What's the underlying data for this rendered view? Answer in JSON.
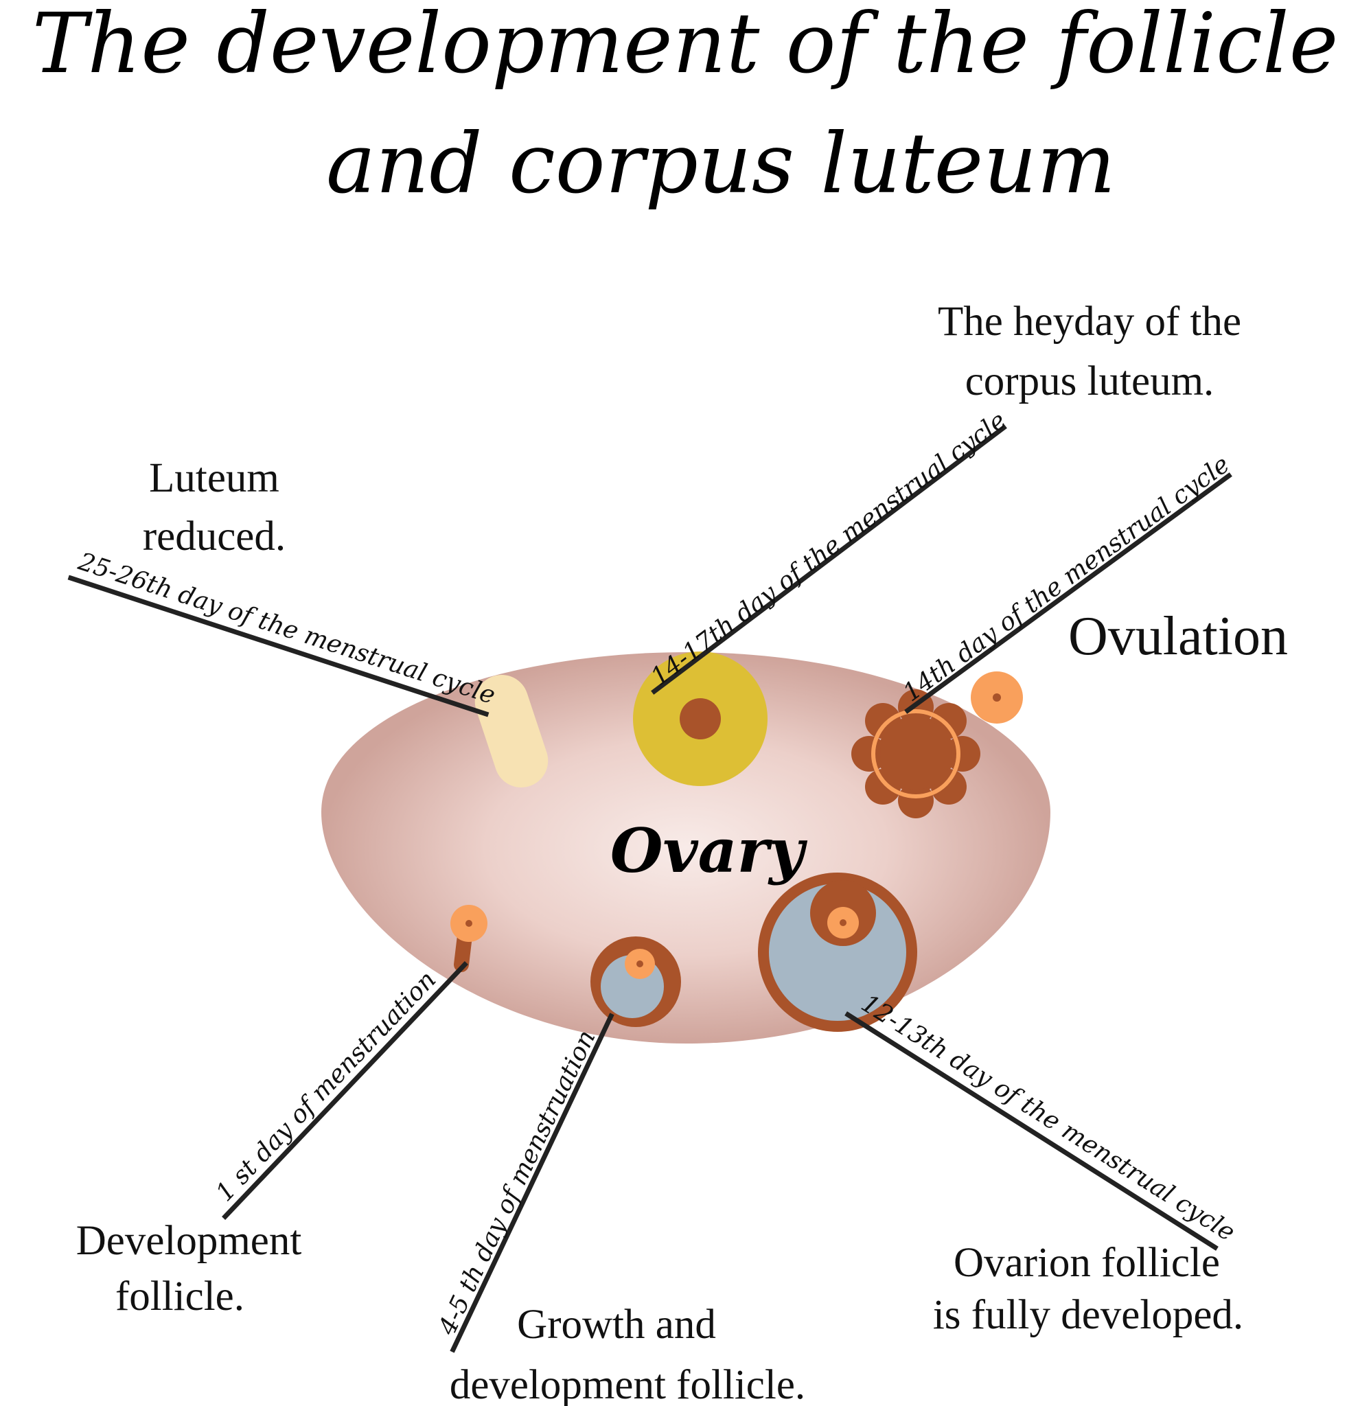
{
  "title": {
    "line1": "The development of the follicle",
    "line2": "and corpus luteum"
  },
  "ovary": {
    "label": "Ovary"
  },
  "stages": {
    "luteum_reduced": {
      "line1": "Luteum",
      "line2": "reduced.",
      "day": "25-26th day of the menstrual cycle"
    },
    "heyday": {
      "line1": "The heyday of the",
      "line2": "corpus luteum.",
      "day": "14-17th day of the menstrual cycle"
    },
    "ovulation": {
      "line1": "Ovulation",
      "day": "14th day of the menstrual cycle"
    },
    "development": {
      "line1": "Development",
      "line2": "follicle.",
      "day": "1 st day of menstruation"
    },
    "growth": {
      "line1": "Growth  and",
      "line2": "development follicle.",
      "day": "4-5 th day of menstruation"
    },
    "fully_developed": {
      "line1": "Ovarion follicle",
      "line2": "is fully developed.",
      "day": "12-13th day of the menstrual cycle"
    }
  },
  "colors": {
    "ovary_center": "#f7e6e3",
    "ovary_edge": "#cfa49b",
    "corpus_yellow": "#ddbf35",
    "follicle_brown": "#a9532a",
    "follicle_orange": "#f9a05c",
    "antrum_blue": "#a6b7c5",
    "regressed_luteum": "#f7e2b3",
    "leader_line": "#222222"
  }
}
